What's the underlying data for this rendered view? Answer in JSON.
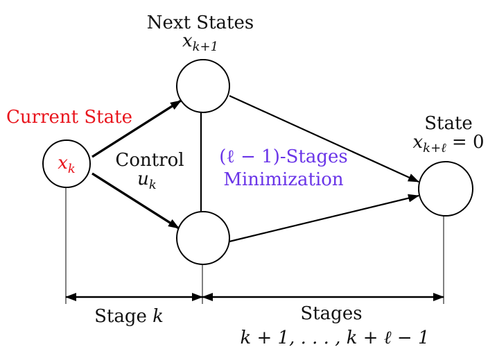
{
  "labels": {
    "next_states_title": "Next States",
    "next_states_var": "x",
    "next_states_sub": "k+1",
    "current_state": "Current State",
    "current_node_var": "x",
    "current_node_sub": "k",
    "control_title": "Control",
    "control_var": "u",
    "control_sub": "k",
    "minimization_line1": "(ℓ − 1)-Stages",
    "minimization_line2": "Minimization",
    "final_state_title": "State",
    "final_state_var": "x",
    "final_state_sub": "k+ℓ",
    "final_state_eq": " = 0",
    "stage_k_word": "Stage ",
    "stage_k_var": "k",
    "stages_title": "Stages",
    "stages_range": "k + 1, . . . , k + ℓ − 1"
  },
  "colors": {
    "current_state": "#e8141c",
    "minimization": "#6a35e8",
    "edges": "#000000"
  }
}
